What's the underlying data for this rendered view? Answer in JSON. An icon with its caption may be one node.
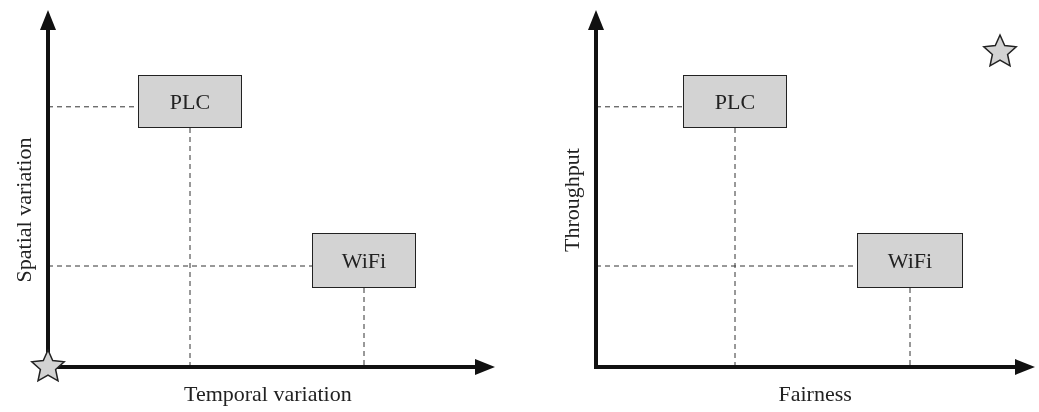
{
  "diagram": {
    "nodes": [
      {
        "text": [
          "PLC"
        ]
      },
      {
        "text": [
          "WiFi"
        ]
      },
      {
        "text": [
          "PLC"
        ]
      },
      {
        "text": [
          "WiFi"
        ]
      }
    ],
    "labels": [
      "Spatial variation",
      "Temporal variation",
      "Throughput",
      "Fairness"
    ]
  }
}
